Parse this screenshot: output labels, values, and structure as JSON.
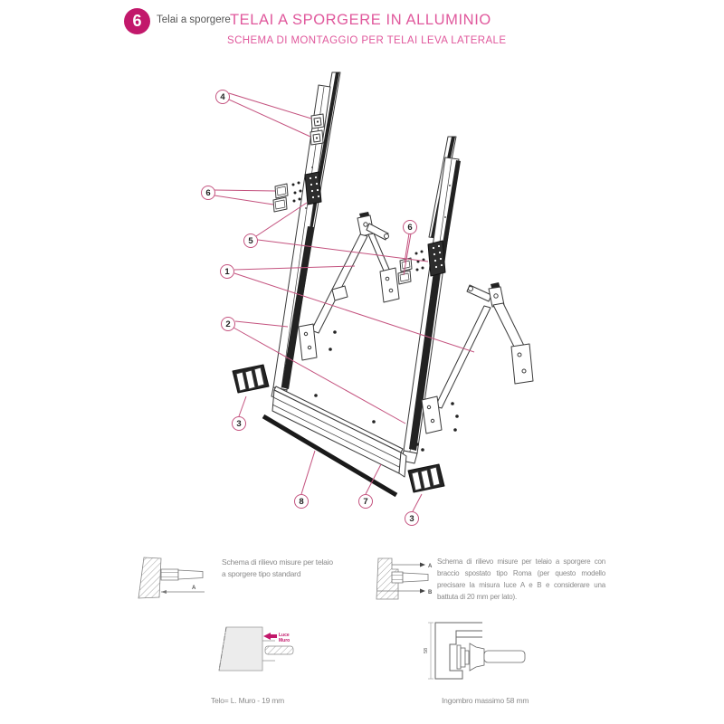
{
  "header": {
    "badge": "6",
    "badge_label": "Telai a sporgere",
    "title": "TELAI A SPORGERE IN ALLUMINIO",
    "subtitle": "SCHEMA DI  MONTAGGIO PER TELAI LEVA LATERALE"
  },
  "colors": {
    "magenta": "#c2186b",
    "title_pink": "#e0589c",
    "callout_pink": "#c4537f",
    "drawing_line": "#3a3a3a"
  },
  "callouts": [
    {
      "label": "4"
    },
    {
      "label": "6"
    },
    {
      "label": "5"
    },
    {
      "label": "1"
    },
    {
      "label": "2"
    },
    {
      "label": "6"
    },
    {
      "label": "3"
    },
    {
      "label": "8"
    },
    {
      "label": "7"
    },
    {
      "label": "3"
    }
  ],
  "figures": {
    "standard": {
      "caption_line1": "Schema di rilievo misure per telaio",
      "caption_line2": "a sporgere tipo standard",
      "dim_label": "A"
    },
    "roma": {
      "caption": "Schema di rilievo misure per telaio a sporgere con braccio spostato tipo Roma (per questo modello precisare la misura luce A e B e considerare una battuta di 20 mm per lato).",
      "dim_label_a": "A",
      "dim_label_b": "B"
    },
    "telo": {
      "arrow_label_line1": "Luce",
      "arrow_label_line2": "Muro",
      "caption": "Telo= L. Muro - 19 mm"
    },
    "ingombro": {
      "dim_label": "58",
      "caption": "Ingombro massimo 58 mm"
    }
  }
}
